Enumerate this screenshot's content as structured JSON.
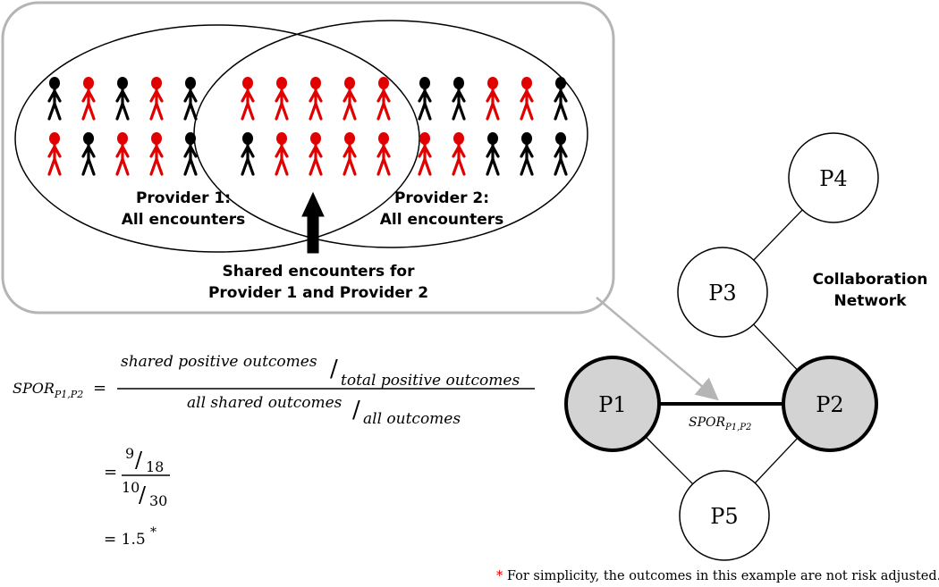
{
  "venn": {
    "provider1_label_line1": "Provider 1:",
    "provider1_label_line2": "All encounters",
    "provider2_label_line1": "Provider 2:",
    "provider2_label_line2": "All encounters",
    "shared_label_line1": "Shared encounters for",
    "shared_label_line2": "Provider 1 and Provider 2",
    "colors": {
      "positive": "#e00000",
      "negative": "#000000"
    },
    "provider1_only_rows": [
      [
        "negative",
        "positive",
        "negative",
        "positive",
        "negative"
      ],
      [
        "positive",
        "negative",
        "positive",
        "positive",
        "negative"
      ]
    ],
    "shared_rows": [
      [
        "positive",
        "positive",
        "positive",
        "positive",
        "positive"
      ],
      [
        "negative",
        "positive",
        "positive",
        "positive",
        "positive"
      ]
    ],
    "provider2_only_rows": [
      [
        "negative",
        "negative",
        "positive",
        "positive",
        "negative"
      ],
      [
        "positive",
        "positive",
        "negative",
        "negative",
        "negative"
      ]
    ]
  },
  "formula": {
    "lhs": "SPOR",
    "lhs_sub": "P1,P2",
    "equals": "=",
    "num_a": "shared positive outcomes",
    "num_b": "total positive outcomes",
    "den_a": "all shared outcomes",
    "den_b": "all outcomes",
    "slash": "/",
    "frac_num_a": "9",
    "frac_num_b": "18",
    "frac_den_a": "10",
    "frac_den_b": "30",
    "result": "= 1.5",
    "asterisk": "*"
  },
  "network": {
    "title_line1": "Collaboration",
    "title_line2": "Network",
    "edge_label": "SPOR",
    "edge_label_sub": "P1,P2",
    "nodes": {
      "p1": "P1",
      "p2": "P2",
      "p3": "P3",
      "p4": "P4",
      "p5": "P5"
    },
    "highlight_fill": "#d3d3d3"
  },
  "footnote": {
    "asterisk": "*",
    "text": " For simplicity, the outcomes in this example are not risk adjusted."
  }
}
